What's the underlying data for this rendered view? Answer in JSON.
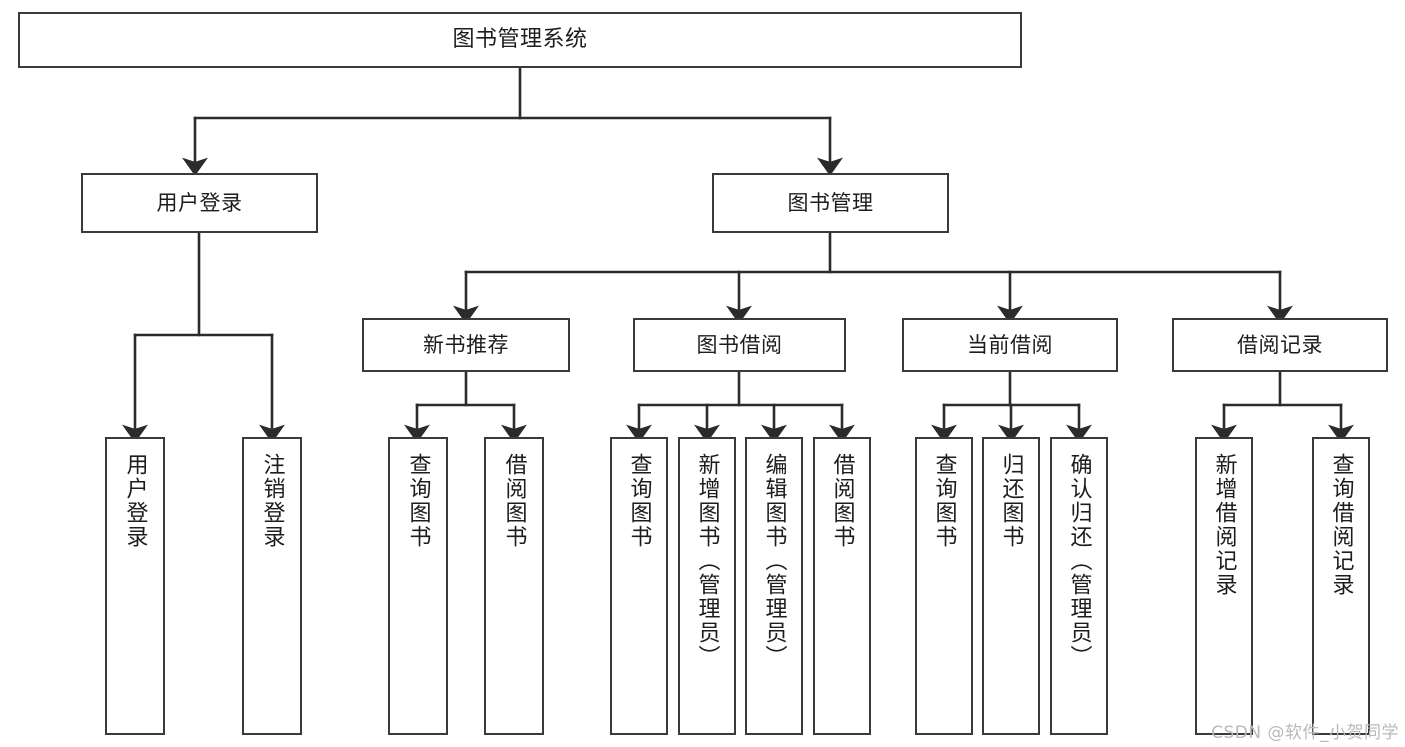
{
  "diagram": {
    "type": "tree",
    "title": "图书管理系统",
    "orientation": "top-down",
    "colors": {
      "stroke": "#3a3a3a",
      "fill": "#ffffff",
      "text": "#1d1d1d",
      "watermark": "#b9b9b9"
    },
    "nodes": {
      "root": {
        "label": "图书管理系统"
      },
      "level2": [
        {
          "label": "用户登录"
        },
        {
          "label": "图书管理"
        }
      ],
      "level3": [
        {
          "label": "新书推荐"
        },
        {
          "label": "图书借阅"
        },
        {
          "label": "当前借阅"
        },
        {
          "label": "借阅记录"
        }
      ],
      "leaves": {
        "user_login": [
          {
            "label": "用户登录"
          },
          {
            "label": "注销登录"
          }
        ],
        "new_book_recommend": [
          {
            "label": "查询图书"
          },
          {
            "label": "借阅图书"
          }
        ],
        "book_borrow": [
          {
            "label": "查询图书"
          },
          {
            "label": "新增图书（管理员）"
          },
          {
            "label": "编辑图书（管理员）"
          },
          {
            "label": "借阅图书"
          }
        ],
        "current_borrow": [
          {
            "label": "查询图书"
          },
          {
            "label": "归还图书"
          },
          {
            "label": "确认归还（管理员）"
          }
        ],
        "borrow_records": [
          {
            "label": "新增借阅记录"
          },
          {
            "label": "查询借阅记录"
          }
        ]
      }
    }
  },
  "watermark": {
    "text": "CSDN @软件_小贺同学"
  }
}
